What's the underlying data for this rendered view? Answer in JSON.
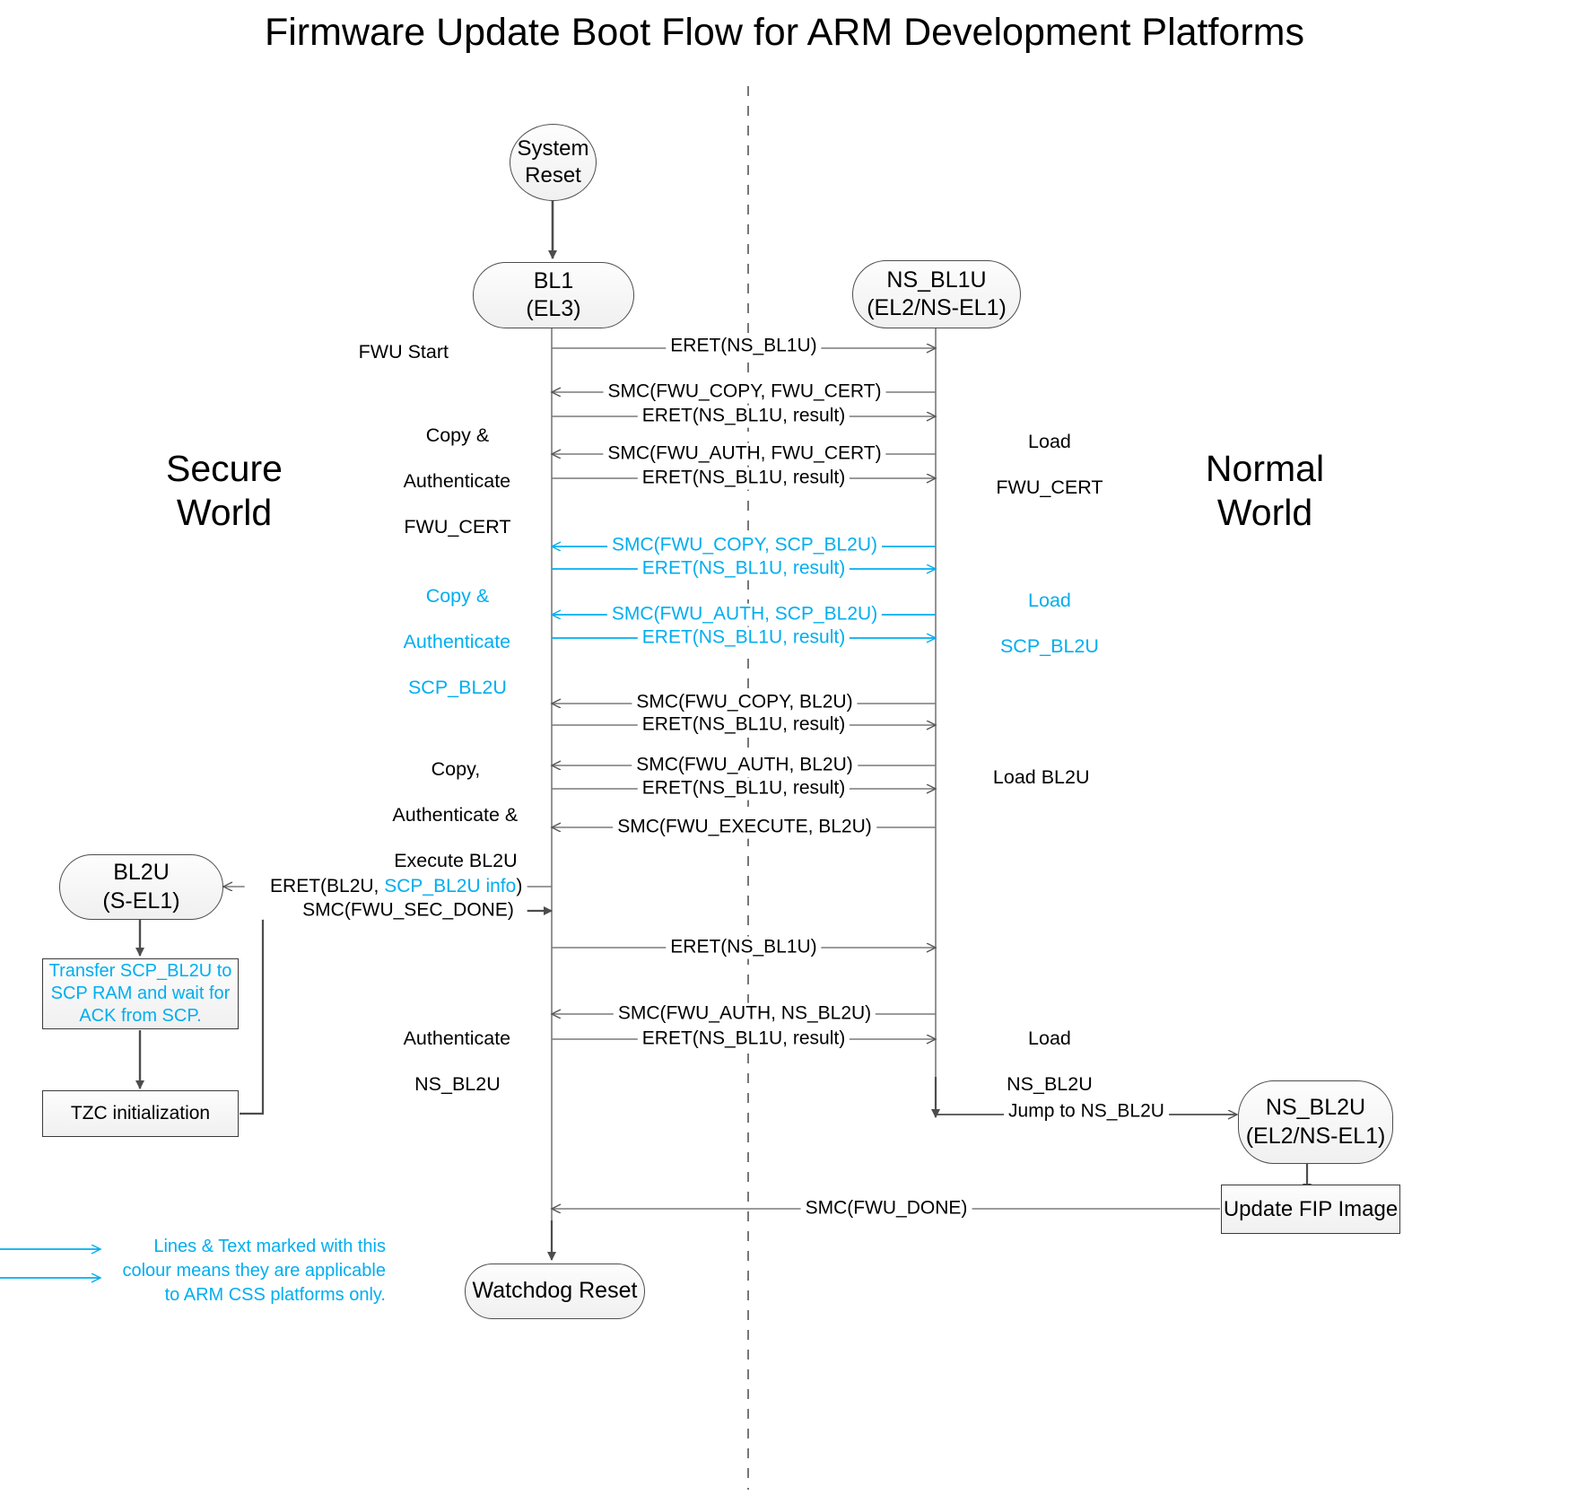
{
  "title": "Firmware Update Boot Flow for ARM Development Platforms",
  "colors": {
    "cyan_accent": "#00AEEF",
    "line_dark": "#4d4d4d",
    "node_fill": "#f4f4f4",
    "background": "#ffffff"
  },
  "worlds": {
    "secure": "Secure\nWorld",
    "secure_line1": "Secure",
    "secure_line2": "World",
    "normal_line1": "Normal",
    "normal_line2": "World"
  },
  "nodes": {
    "system_reset": {
      "line1": "System",
      "line2": "Reset",
      "shape": "ellipse"
    },
    "bl1": {
      "line1": "BL1",
      "line2": "(EL3)",
      "shape": "rounded"
    },
    "ns_bl1u": {
      "line1": "NS_BL1U",
      "line2": "(EL2/NS-EL1)",
      "shape": "rounded"
    },
    "bl2u": {
      "line1": "BL2U",
      "line2": "(S-EL1)",
      "shape": "rounded"
    },
    "ns_bl2u": {
      "line1": "NS_BL2U",
      "line2": "(EL2/NS-EL1)",
      "shape": "rounded"
    },
    "watchdog_reset": {
      "line1": "Watchdog Reset",
      "shape": "rounded"
    },
    "transfer_scp": {
      "line1": "Transfer SCP_BL2U to",
      "line2": "SCP RAM and wait for",
      "line3": "ACK from SCP.",
      "shape": "rect",
      "color": "#00AEEF"
    },
    "tzc_init": {
      "line1": "TZC initialization",
      "shape": "rect"
    },
    "update_fip": {
      "line1": "Update FIP Image",
      "shape": "rect"
    }
  },
  "messages": [
    {
      "id": "m1",
      "text": "ERET(NS_BL1U)",
      "dir": "right",
      "color": "black"
    },
    {
      "id": "m2",
      "text": "SMC(FWU_COPY, FWU_CERT)",
      "dir": "left",
      "color": "black"
    },
    {
      "id": "m3",
      "text": "ERET(NS_BL1U, result)",
      "dir": "right",
      "color": "black"
    },
    {
      "id": "m4",
      "text": "SMC(FWU_AUTH, FWU_CERT)",
      "dir": "left",
      "color": "black"
    },
    {
      "id": "m5",
      "text": "ERET(NS_BL1U, result)",
      "dir": "right",
      "color": "black"
    },
    {
      "id": "m6",
      "text": "SMC(FWU_COPY, SCP_BL2U)",
      "dir": "left",
      "color": "cyan"
    },
    {
      "id": "m7",
      "text": "ERET(NS_BL1U, result)",
      "dir": "right",
      "color": "cyan"
    },
    {
      "id": "m8",
      "text": "SMC(FWU_AUTH, SCP_BL2U)",
      "dir": "left",
      "color": "cyan"
    },
    {
      "id": "m9",
      "text": "ERET(NS_BL1U, result)",
      "dir": "right",
      "color": "cyan"
    },
    {
      "id": "m10",
      "text": "SMC(FWU_COPY, BL2U)",
      "dir": "left",
      "color": "black"
    },
    {
      "id": "m11",
      "text": "ERET(NS_BL1U, result)",
      "dir": "right",
      "color": "black"
    },
    {
      "id": "m12",
      "text": "SMC(FWU_AUTH, BL2U)",
      "dir": "left",
      "color": "black"
    },
    {
      "id": "m13",
      "text": "ERET(NS_BL1U, result)",
      "dir": "right",
      "color": "black"
    },
    {
      "id": "m14",
      "text": "SMC(FWU_EXECUTE, BL2U)",
      "dir": "left",
      "color": "black"
    },
    {
      "id": "m15a",
      "text": "ERET(BL2U, ",
      "text_cyan": "SCP_BL2U info",
      "text_end": ")",
      "dir": "left",
      "color": "mixed"
    },
    {
      "id": "m16",
      "text": "SMC(FWU_SEC_DONE)",
      "dir": "right",
      "color": "black"
    },
    {
      "id": "m17",
      "text": "ERET(NS_BL1U)",
      "dir": "right",
      "color": "black"
    },
    {
      "id": "m18",
      "text": "SMC(FWU_AUTH, NS_BL2U)",
      "dir": "left",
      "color": "black"
    },
    {
      "id": "m19",
      "text": "ERET(NS_BL1U, result)",
      "dir": "right",
      "color": "black"
    },
    {
      "id": "m20",
      "text": "Jump to NS_BL2U",
      "dir": "right",
      "color": "black"
    },
    {
      "id": "m21",
      "text": "SMC(FWU_DONE)",
      "dir": "left",
      "color": "black"
    }
  ],
  "left_annotations": [
    {
      "id": "a1",
      "text": "FWU Start",
      "color": "black"
    },
    {
      "id": "a2",
      "line1": "Copy &",
      "line2": "Authenticate",
      "line3": "FWU_CERT",
      "color": "black"
    },
    {
      "id": "a3",
      "line1": "Copy &",
      "line2": "Authenticate",
      "line3": "SCP_BL2U",
      "color": "cyan"
    },
    {
      "id": "a4",
      "line1": "Copy,",
      "line2": "Authenticate &",
      "line3": "Execute BL2U",
      "color": "black"
    },
    {
      "id": "a5",
      "line1": "Authenticate",
      "line2": "NS_BL2U",
      "color": "black"
    }
  ],
  "right_annotations": [
    {
      "id": "r1",
      "line1": "Load",
      "line2": "FWU_CERT",
      "color": "black"
    },
    {
      "id": "r2",
      "line1": "Load",
      "line2": "SCP_BL2U",
      "color": "cyan"
    },
    {
      "id": "r3",
      "line1": "Load BL2U",
      "color": "black"
    },
    {
      "id": "r4",
      "line1": "Load",
      "line2": "NS_BL2U",
      "color": "black"
    }
  ],
  "legend": {
    "line1": "Lines & Text marked with this",
    "line2": "colour means they are applicable",
    "line3": "to ARM CSS platforms only."
  }
}
